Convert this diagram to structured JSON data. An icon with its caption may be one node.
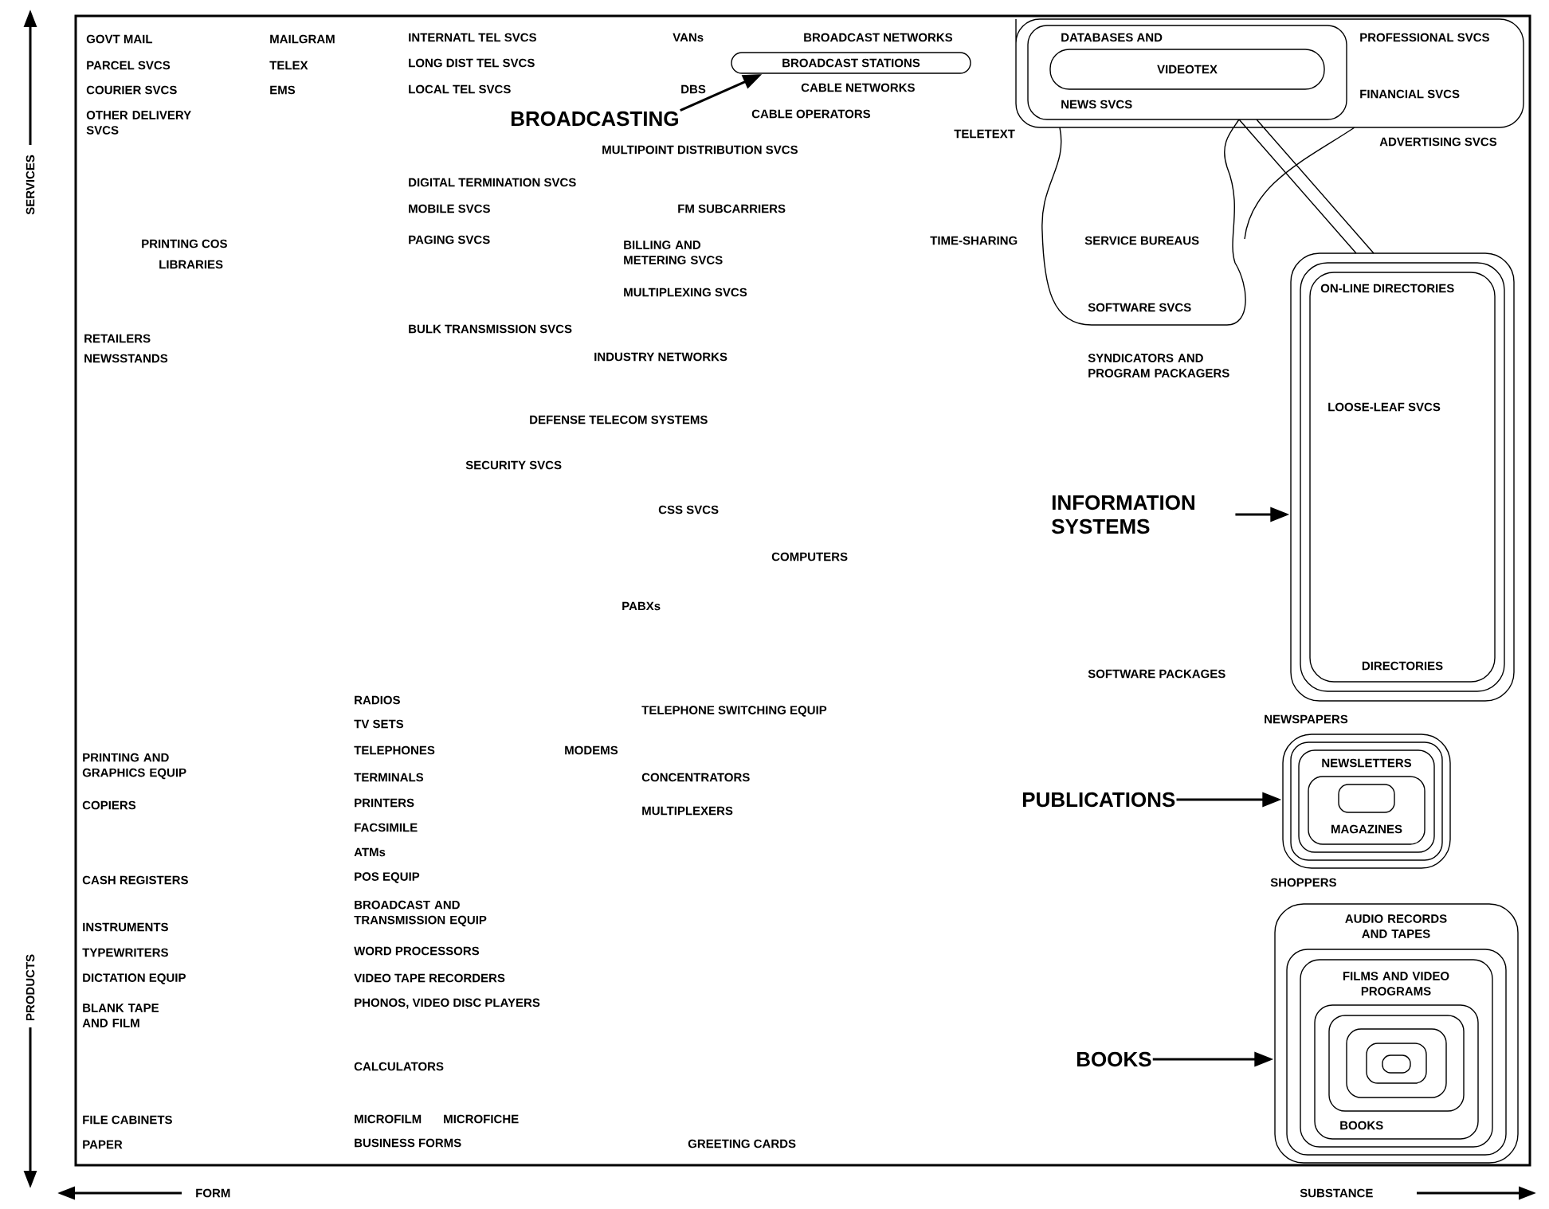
{
  "diagram": {
    "nodes": [
      {
        "text": [
          "BROADCASTING"
        ]
      },
      {
        "text": [
          "BROADCAST STATIONS"
        ]
      },
      {
        "text": [
          "INFORMATION SYSTEMS"
        ]
      },
      {
        "text": [],
        "shape": "box"
      },
      {
        "text": [
          "PUBLICATIONS"
        ]
      },
      {
        "text": [],
        "shape": "box"
      },
      {
        "text": [
          "BOOKS"
        ]
      },
      {
        "text": [],
        "shape": "box"
      },
      {
        "text": [
          "VIDEOTEX"
        ]
      }
    ],
    "edges": [
      {
        "from": 0,
        "to": 1,
        "arrow": "to"
      },
      {
        "from": 2,
        "to": 3,
        "arrow": "to"
      },
      {
        "from": 4,
        "to": 5,
        "arrow": "to"
      },
      {
        "from": 6,
        "to": 7,
        "arrow": "to"
      }
    ],
    "labels": [
      "GOVT MAIL",
      "MAILGRAM",
      "INTERNATL TEL SVCS",
      "VANs",
      "BROADCAST NETWORKS",
      "DATABASES AND",
      "PROFESSIONAL SVCS",
      "PARCEL SVCS",
      "TELEX",
      "LONG DIST TEL SVCS",
      "COURIER SVCS",
      "EMS",
      "LOCAL TEL SVCS",
      "DBS",
      "CABLE NETWORKS",
      "NEWS SVCS",
      "FINANCIAL SVCS",
      "OTHER DELIVERY SVCS",
      "CABLE OPERATORS",
      "ADVERTISING SVCS",
      "TELETEXT",
      "MULTIPOINT DISTRIBUTION SVCS",
      "DIGITAL TERMINATION SVCS",
      "MOBILE SVCS",
      "FM SUBCARRIERS",
      "PRINTING COS",
      "LIBRARIES",
      "PAGING SVCS",
      "BILLING AND METERING SVCS",
      "TIME-SHARING",
      "SERVICE BUREAUS",
      "ON-LINE DIRECTORIES",
      "MULTIPLEXING SVCS",
      "SOFTWARE SVCS",
      "BULK TRANSMISSION SVCS",
      "RETAILERS",
      "NEWSSTANDS",
      "INDUSTRY NETWORKS",
      "SYNDICATORS AND PROGRAM PACKAGERS",
      "LOOSE-LEAF SVCS",
      "DEFENSE TELECOM SYSTEMS",
      "SECURITY SVCS",
      "CSS SVCS",
      "COMPUTERS",
      "PABXs",
      "SOFTWARE PACKAGES",
      "RADIOS",
      "TELEPHONE SWITCHING EQUIP",
      "TV SETS",
      "DIRECTORIES",
      "NEWSPAPERS",
      "PRINTING AND GRAPHICS EQUIP",
      "TELEPHONES",
      "MODEMS",
      "TERMINALS",
      "CONCENTRATORS",
      "NEWSLETTERS",
      "COPIERS",
      "PRINTERS",
      "MULTIPLEXERS",
      "FACSIMILE",
      "MAGAZINES",
      "ATMs",
      "CASH REGISTERS",
      "POS EQUIP",
      "SHOPPERS",
      "BROADCAST AND TRANSMISSION EQUIP",
      "AUDIO RECORDS AND TAPES",
      "INSTRUMENTS",
      "TYPEWRITERS",
      "WORD PROCESSORS",
      "DICTATION EQUIP",
      "VIDEO TAPE RECORDERS",
      "BLANK TAPE AND FILM",
      "PHONOS, VIDEO DISC PLAYERS",
      "FILMS AND VIDEO PROGRAMS",
      "CALCULATORS",
      "FILE CABINETS",
      "MICROFILM",
      "MICROFICHE",
      "PAPER",
      "BUSINESS FORMS",
      "GREETING CARDS",
      "BOOKS",
      "SERVICES",
      "PRODUCTS",
      "FORM",
      "SUBSTANCE"
    ]
  }
}
